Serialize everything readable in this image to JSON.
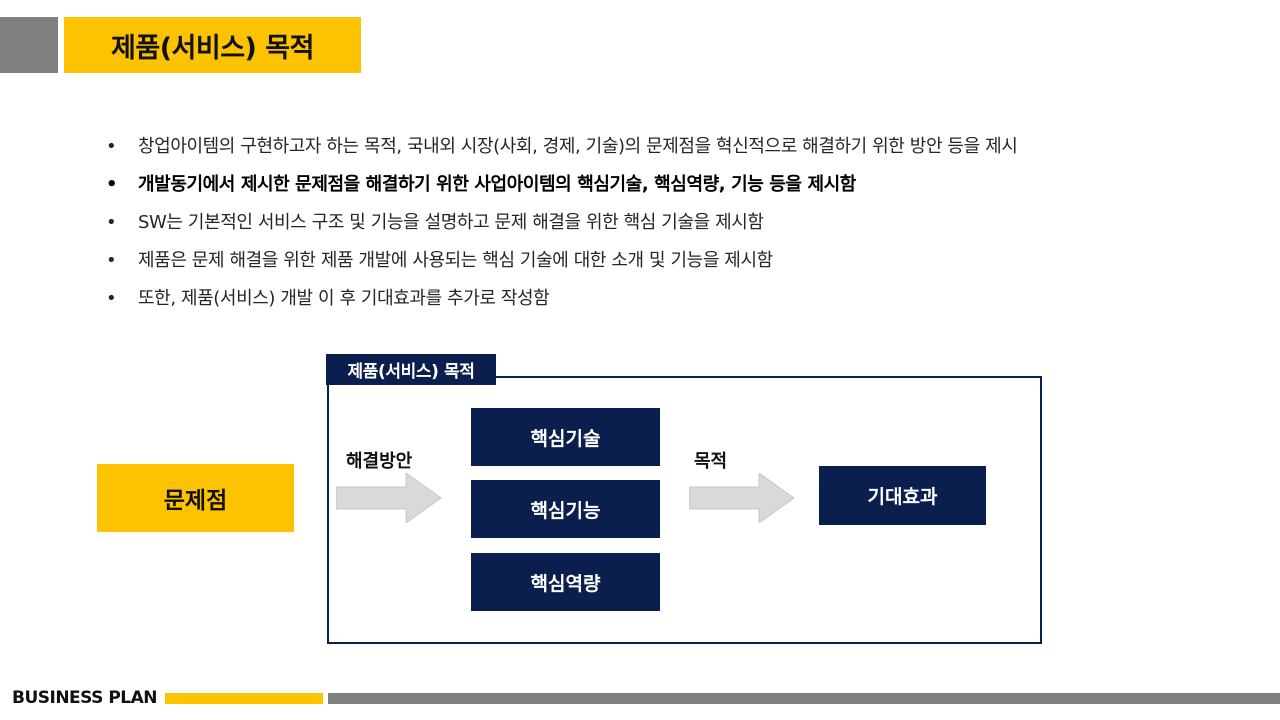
{
  "header": {
    "title": "제품(서비스) 목적"
  },
  "bullets": [
    {
      "text": "창업아이템의 구현하고자 하는 목적, 국내외 시장(사회, 경제, 기술)의 문제점을 혁신적으로 해결하기 위한 방안 등을 제시"
    },
    {
      "text": "개발동기에서 제시한 문제점을 해결하기 위한 사업아이템의 핵심기술, 핵심역량, 기능 등을 제시함"
    },
    {
      "text": "SW는 기본적인 서비스 구조 및 기능을 설명하고 문제 해결을 위한 핵심 기술을 제시함"
    },
    {
      "text": "제품은 문제 해결을 위한 제품 개발에 사용되는 핵심 기술에 대한 소개 및 기능을 제시함"
    },
    {
      "text": "또한, 제품(서비스) 개발 이 후 기대효과를 추가로 작성함"
    }
  ],
  "diagram": {
    "frame_title": "제품(서비스) 목적",
    "problem": "문제점",
    "solution_label": "해결방안",
    "purpose_label": "목적",
    "core_items": [
      "핵심기술",
      "핵심기능",
      "핵심역량"
    ],
    "effect": "기대효과"
  },
  "footer": {
    "text": "BUSINESS PLAN"
  },
  "colors": {
    "accent_yellow": "#fdc200",
    "navy": "#0b1f4f",
    "gray": "#7f7f7f",
    "arrow_fill": "#d9d9d9"
  }
}
